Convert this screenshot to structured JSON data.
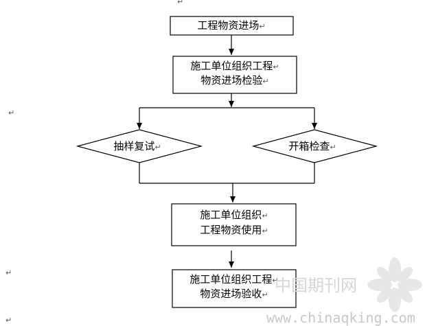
{
  "nodes": {
    "entry": "工程物资进场",
    "inspection": [
      "施工单位组织工程",
      "物资进场检验"
    ],
    "sampling": "抽样复试",
    "unboxing": "开箱检查",
    "usage": [
      "施工单位组织",
      "工程物资使用"
    ],
    "acceptance": [
      "施工单位组织工程",
      "物资进场验收"
    ]
  },
  "return_mark": "↵",
  "watermark": {
    "cn": "中国期刊网",
    "url": "www.chinaqking.com"
  },
  "colors": {
    "line": "#000000",
    "watermark": "#cfcfcf"
  }
}
